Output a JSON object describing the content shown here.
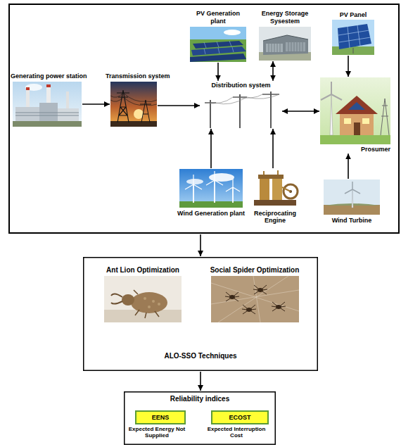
{
  "diagram": {
    "nodes": [
      {
        "text": []
      },
      {
        "text": [
          "Generating power station"
        ],
        "in": 0
      },
      {
        "text": [
          "Transmission system"
        ],
        "in": 0
      },
      {
        "text": [
          "PV Generation plant"
        ],
        "in": 0
      },
      {
        "text": [
          "Energy Storage Sysestem"
        ],
        "in": 0
      },
      {
        "text": [
          "PV Panel"
        ],
        "in": 0
      },
      {
        "text": [
          "Distribution system"
        ],
        "in": 0
      },
      {
        "text": [
          "Prosumer"
        ],
        "in": 0
      },
      {
        "text": [
          "Wind Generation plant"
        ],
        "in": 0
      },
      {
        "text": [
          "Reciprocating Engine"
        ],
        "in": 0
      },
      {
        "text": [
          "Wind Turbine"
        ],
        "in": 0
      },
      {
        "text": [
          "ALO-SSO Techniques"
        ]
      },
      {
        "text": [
          "Ant Lion Optimization"
        ],
        "in": 11
      },
      {
        "text": [
          "Social Spider Optimization"
        ],
        "in": 11
      },
      {
        "text": [
          "Reliability indices"
        ]
      },
      {
        "text": [
          "EENS",
          "Expected Energy Not Supplied"
        ],
        "in": 14
      },
      {
        "text": [
          "ECOST",
          "Expected Interruption Cost"
        ],
        "in": 14
      }
    ],
    "edges": [
      {
        "from": 1,
        "to": 2,
        "arrow": "to"
      },
      {
        "from": 2,
        "to": 6,
        "arrow": "to"
      },
      {
        "from": 3,
        "to": 6,
        "arrow": "to"
      },
      {
        "from": 4,
        "to": 6,
        "arrow": "both"
      },
      {
        "from": 5,
        "to": 7,
        "arrow": "to"
      },
      {
        "from": 6,
        "to": 7,
        "arrow": "both"
      },
      {
        "from": 8,
        "to": 6,
        "arrow": "to"
      },
      {
        "from": 9,
        "to": 6,
        "arrow": "to"
      },
      {
        "from": 10,
        "to": 7,
        "arrow": "to"
      },
      {
        "from": 0,
        "to": 11,
        "arrow": "to"
      },
      {
        "from": 11,
        "to": 14,
        "arrow": "to"
      }
    ]
  }
}
